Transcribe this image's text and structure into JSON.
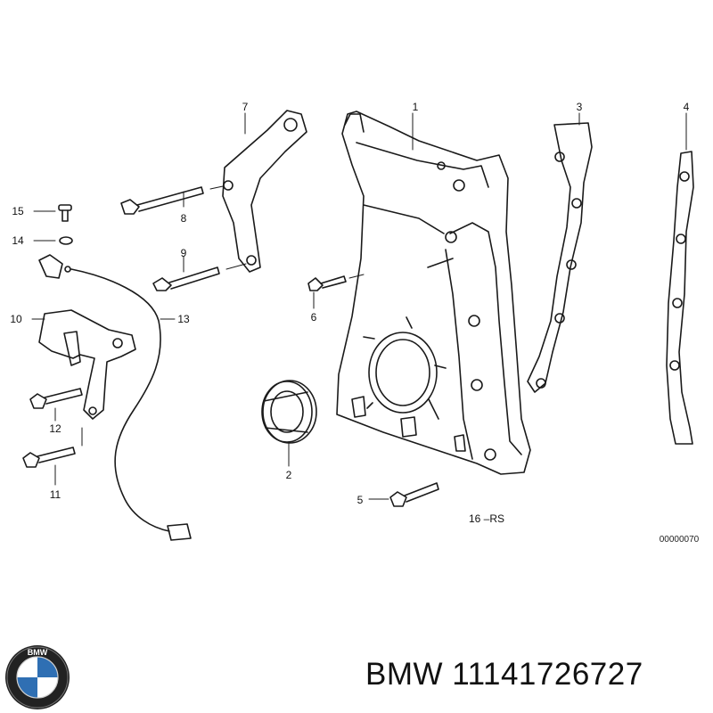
{
  "callouts": {
    "c1": "1",
    "c2": "2",
    "c3": "3",
    "c4": "4",
    "c5": "5",
    "c6": "6",
    "c7": "7",
    "c8": "8",
    "c9": "9",
    "c10": "10",
    "c11": "11",
    "c12": "12",
    "c13": "13",
    "c14": "14",
    "c15": "15",
    "c16": "16 –RS"
  },
  "diagram_ref": "00000070",
  "part_number": "BMW 11141726727",
  "logo": {
    "name": "bmw-logo",
    "text": "BMW",
    "colors": {
      "blue": "#2f6fb3",
      "white": "#ffffff",
      "ring": "#222222"
    }
  }
}
